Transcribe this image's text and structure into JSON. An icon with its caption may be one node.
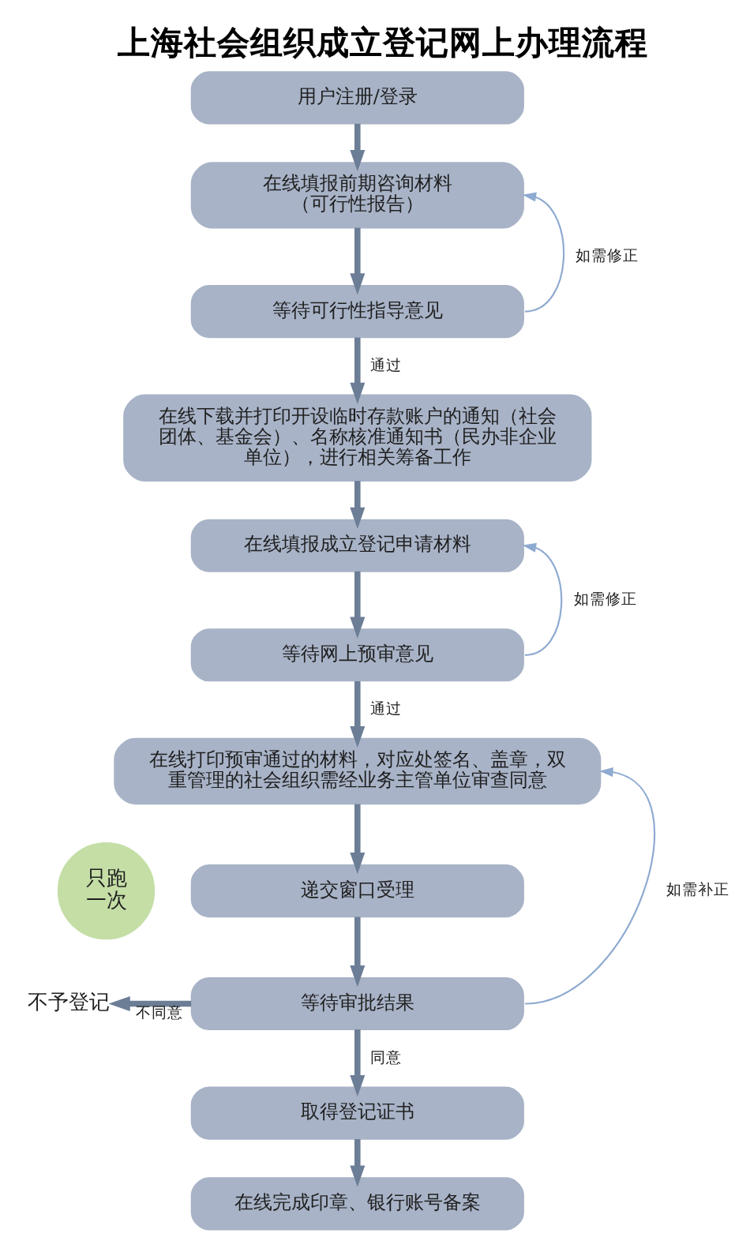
{
  "diagram": {
    "title": "上海社会组织成立登记网上办理流程",
    "nodes": [
      {
        "text": [
          "用户注册/登录"
        ]
      },
      {
        "text": [
          "在线填报前期咨询材料（可行性报告）"
        ]
      },
      {
        "text": [
          "等待可行性指导意见"
        ]
      },
      {
        "text": [
          "在线下载并打印开设临时存款账户的通知（社会团体、基金会）、名称核准通知书（民办非企业单位），进行相关筹备工作"
        ]
      },
      {
        "text": [
          "在线填报成立登记申请材料"
        ]
      },
      {
        "text": [
          "等待网上预审意见"
        ]
      },
      {
        "text": [
          "在线打印预审通过的材料，对应处签名、盖章，双重管理的社会组织需经业务主管单位审查同意"
        ]
      },
      {
        "text": [
          "递交窗口受理"
        ]
      },
      {
        "text": [
          "等待审批结果"
        ]
      },
      {
        "text": [
          "取得登记证书"
        ]
      },
      {
        "text": [
          "在线完成印章、银行账号备案"
        ]
      },
      {
        "text": [
          "只跑一次"
        ]
      },
      {
        "text": [
          "不予登记"
        ]
      }
    ],
    "edges": [
      {
        "from": 0,
        "to": 1,
        "arrow": "to"
      },
      {
        "from": 1,
        "to": 2,
        "arrow": "to"
      },
      {
        "from": 2,
        "to": 1,
        "arrow": "to",
        "label": "如需修正",
        "color": "#8eaad0"
      },
      {
        "from": 2,
        "to": 3,
        "arrow": "to",
        "label": "通过"
      },
      {
        "from": 3,
        "to": 4,
        "arrow": "to"
      },
      {
        "from": 4,
        "to": 5,
        "arrow": "to"
      },
      {
        "from": 5,
        "to": 4,
        "arrow": "to",
        "label": "如需修正",
        "color": "#8eaad0"
      },
      {
        "from": 5,
        "to": 6,
        "arrow": "to",
        "label": "通过"
      },
      {
        "from": 6,
        "to": 7,
        "arrow": "to"
      },
      {
        "from": 7,
        "to": 8,
        "arrow": "to"
      },
      {
        "from": 8,
        "to": 6,
        "arrow": "to",
        "label": "如需补正",
        "color": "#8eaad0"
      },
      {
        "from": 8,
        "to": 12,
        "arrow": "to",
        "label": "不同意"
      },
      {
        "from": 8,
        "to": 9,
        "arrow": "to",
        "label": "同意"
      },
      {
        "from": 9,
        "to": 10,
        "arrow": "to"
      }
    ]
  }
}
